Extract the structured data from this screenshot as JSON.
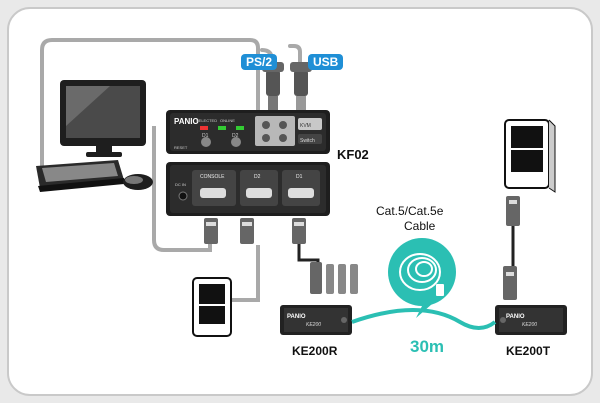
{
  "labels": {
    "ps2": "PS/2",
    "usb": "USB",
    "kf02": "KF02",
    "cable_line1": "Cat.5/Cat.5e",
    "cable_line2": "Cable",
    "distance": "30m",
    "ke200r": "KE200R",
    "ke200t": "KE200T"
  },
  "device_text": {
    "brand_switch": "PANIO",
    "brand_ext_r": "PANIO",
    "brand_ext_t": "PANIO",
    "model_r": "KE200",
    "model_t": "KE200",
    "port_console": "CONSOLE",
    "port_d2": "D2",
    "port_d1": "D1",
    "btn_d1": "D1",
    "btn_d2": "D2",
    "led_selected": "SELECTED",
    "led_online": "ONLINE",
    "reset": "RESET",
    "dc_in": "DC IN",
    "logo_top": "KVM",
    "logo_bottom": "Switch"
  },
  "colors": {
    "background": "#e9e9e9",
    "panel": "#ffffff",
    "accent_teal": "#2bbfb3",
    "label_blue": "#1f8fd6",
    "cable_gray": "#a0a0a0",
    "device_dark": "#1e1e1e"
  }
}
